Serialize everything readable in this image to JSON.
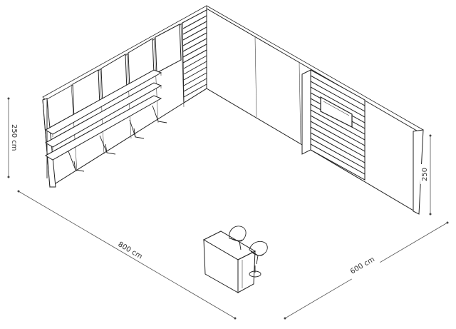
{
  "dimensions": {
    "height_left": "250 cm",
    "length": "800 cm",
    "width": "600 cm",
    "height_right": "250"
  },
  "colors": {
    "line": "#222222",
    "dimension": "#555555",
    "background": "#ffffff"
  }
}
